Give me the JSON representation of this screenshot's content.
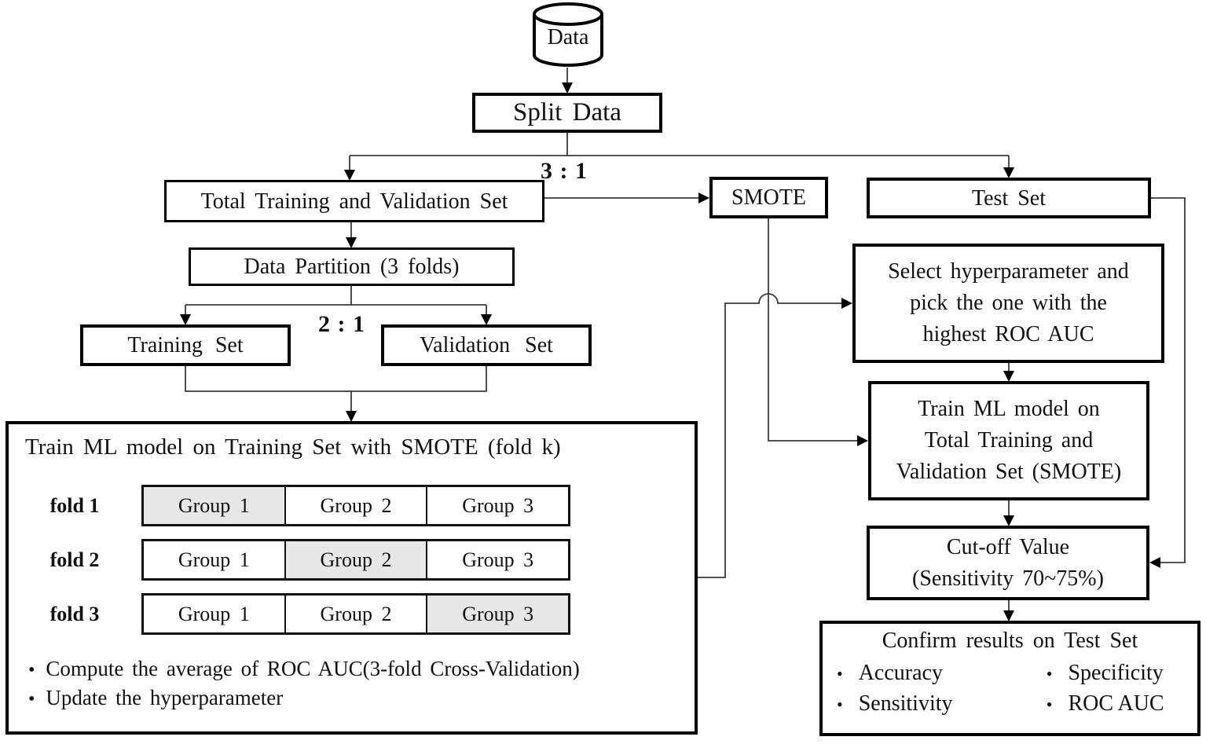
{
  "diagram": {
    "colors": {
      "background": "#ffffff",
      "box_border": "#000000",
      "connector_line": "#3a3a3a",
      "highlight_fill": "#e7e7e7",
      "text": "#111111"
    },
    "nodes": {
      "data_store": {
        "label": "Data"
      },
      "split_data": {
        "label": "Split Data"
      },
      "split_ratio": {
        "label": "3 : 1"
      },
      "total_set": {
        "label": "Total Training and Validation Set"
      },
      "smote": {
        "label": "SMOTE"
      },
      "test_set": {
        "label": "Test Set"
      },
      "data_partition": {
        "label": "Data Partition (3 folds)"
      },
      "partition_ratio": {
        "label": "2 : 1"
      },
      "training_set": {
        "label": "Training Set"
      },
      "validation_set": {
        "label": "Validation Set"
      },
      "cross_validation": {
        "title": "Train ML model on Training Set with SMOTE (fold k)",
        "folds": [
          {
            "label": "fold 1",
            "groups": [
              "Group 1",
              "Group 2",
              "Group 3"
            ],
            "highlighted_group": 0
          },
          {
            "label": "fold 2",
            "groups": [
              "Group 1",
              "Group 2",
              "Group 3"
            ],
            "highlighted_group": 1
          },
          {
            "label": "fold 3",
            "groups": [
              "Group 1",
              "Group 2",
              "Group 3"
            ],
            "highlighted_group": 2
          }
        ],
        "bullets": [
          "Compute the average of ROC AUC(3-fold Cross-Validation)",
          "Update the hyperparameter"
        ]
      },
      "select_hyperparameter": {
        "lines": [
          "Select hyperparameter and",
          "pick the one with the",
          "highest ROC AUC"
        ]
      },
      "train_full_model": {
        "lines": [
          "Train ML model on",
          "Total Training and",
          "Validation Set (SMOTE)"
        ]
      },
      "cutoff_value": {
        "lines": [
          "Cut-off Value",
          "(Sensitivity 70~75%)"
        ]
      },
      "confirm_results": {
        "title": "Confirm results on Test Set",
        "bullets_left": [
          "Accuracy",
          "Sensitivity"
        ],
        "bullets_right": [
          "Specificity",
          "ROC AUC"
        ]
      }
    }
  }
}
